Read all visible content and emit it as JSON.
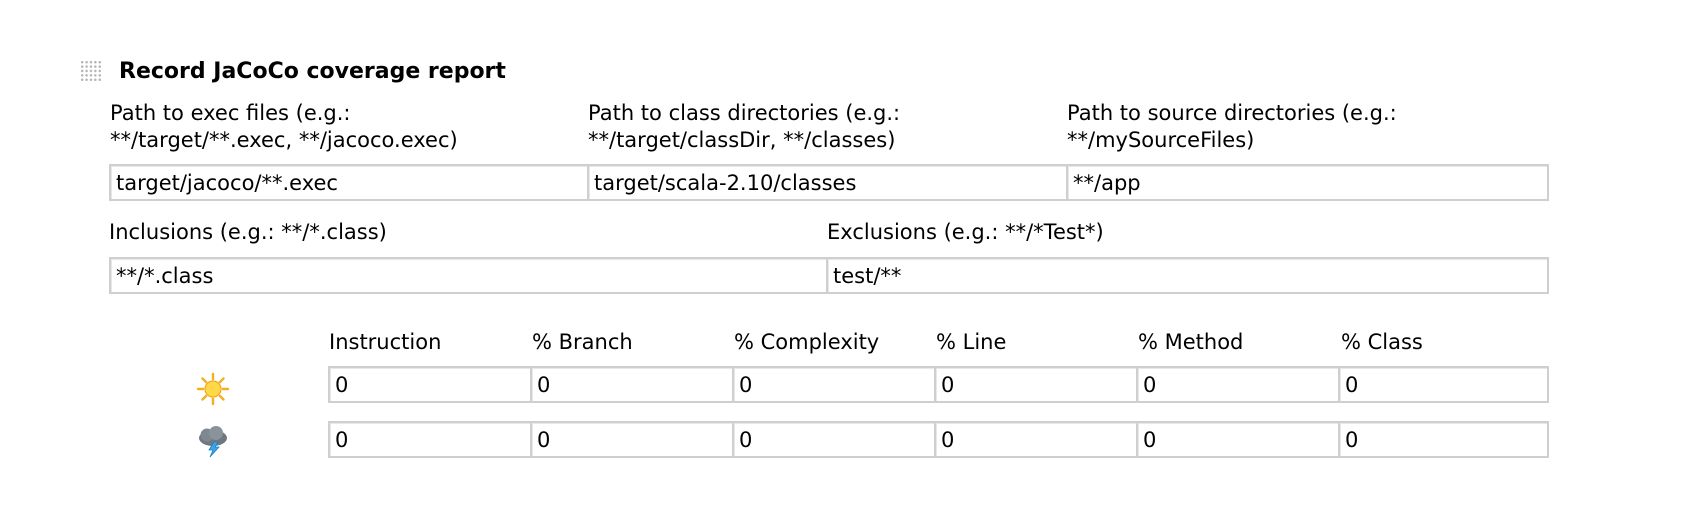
{
  "section": {
    "title": "Record JaCoCo coverage report",
    "drag_handle_icon": "drag-handle-icon"
  },
  "paths": {
    "exec_label_1": "Path to exec files (e.g.:",
    "exec_label_2": "**/target/**.exec, **/jacoco.exec)",
    "exec_value": "target/jacoco/**.exec",
    "class_label_1": "Path to class directories (e.g.:",
    "class_label_2": "**/target/classDir, **/classes)",
    "class_value": "target/scala-2.10/classes",
    "source_label_1": "Path to source directories (e.g.:",
    "source_label_2": "**/mySourceFiles)",
    "source_value": "**/app"
  },
  "filters": {
    "inclusions_label": "Inclusions (e.g.: **/*.class)",
    "inclusions_value": "**/*.class",
    "exclusions_label": "Exclusions (e.g.: **/*Test*)",
    "exclusions_value": "test/**"
  },
  "thresholds": {
    "columns": [
      "Instruction",
      "% Branch",
      "% Complexity",
      "% Line",
      "% Method",
      "% Class"
    ],
    "rows": [
      {
        "icon": "sunny-health-icon",
        "values": [
          "0",
          "0",
          "0",
          "0",
          "0",
          "0"
        ]
      },
      {
        "icon": "stormy-health-icon",
        "values": [
          "0",
          "0",
          "0",
          "0",
          "0",
          "0"
        ]
      }
    ]
  }
}
